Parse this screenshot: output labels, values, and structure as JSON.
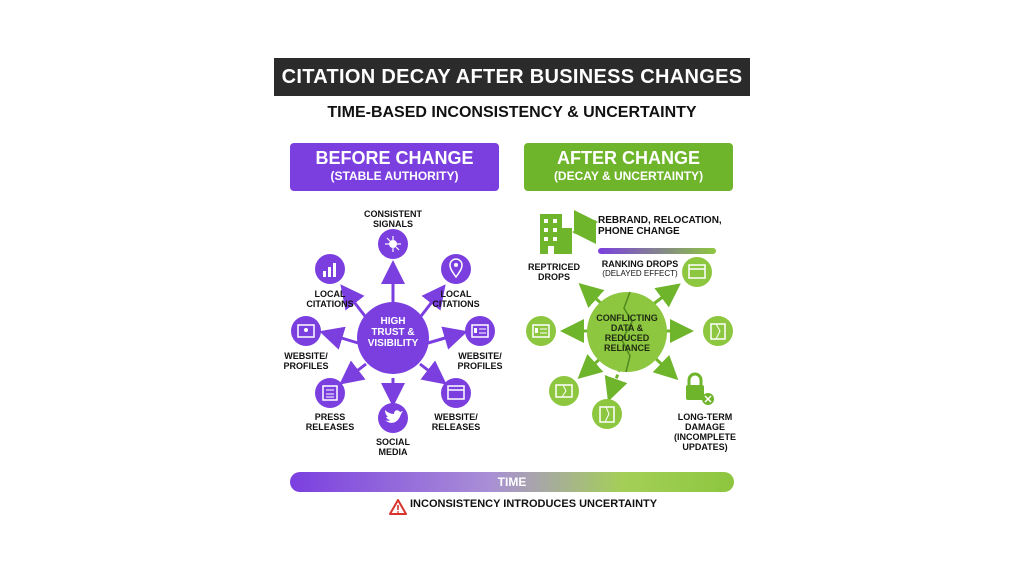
{
  "title": "CITATION DECAY AFTER BUSINESS CHANGES",
  "subtitle": "TIME-BASED INCONSISTENCY & UNCERTAINTY",
  "before": {
    "heading": "BEFORE CHANGE",
    "subheading": "(STABLE AUTHORITY)",
    "center": [
      "HIGH",
      "TRUST &",
      "VISIBILITY"
    ],
    "nodes": {
      "top": "CONSISTENT SIGNALS",
      "top_left": "LOCAL CITATIONS",
      "top_right": "LOCAL CITATIONS",
      "left": "WEBSITE/ PROFILES",
      "right": "WEBSITE/ PROFILES",
      "bottom_left": "PRESS RELEASES",
      "bottom": "SOCIAL MEDIA",
      "bottom_right": "WEBSITE/ RELEASES"
    }
  },
  "after": {
    "heading": "AFTER CHANGE",
    "subheading": "(DECAY & UNCERTAINTY)",
    "center": [
      "CONFLICTING",
      "DATA &",
      "REDUCED",
      "RELIANCE"
    ],
    "change_label": "REBRAND, RELOCATION, PHONE CHANGE",
    "repriced_label": "REPTRICED DROPS",
    "ranking_label": "RANKING DROPS",
    "ranking_sub": "(DELAYED EFFECT)",
    "damage_label": "LONG-TERM DAMAGE (INCOMPLETE UPDATES)"
  },
  "time_label": "TIME",
  "warning": "INCONSISTENCY INTRODUCES UNCERTAINTY",
  "colors": {
    "purple": "#7b3fe0",
    "green": "#6fb52c",
    "warning_red": "#d9342b"
  }
}
